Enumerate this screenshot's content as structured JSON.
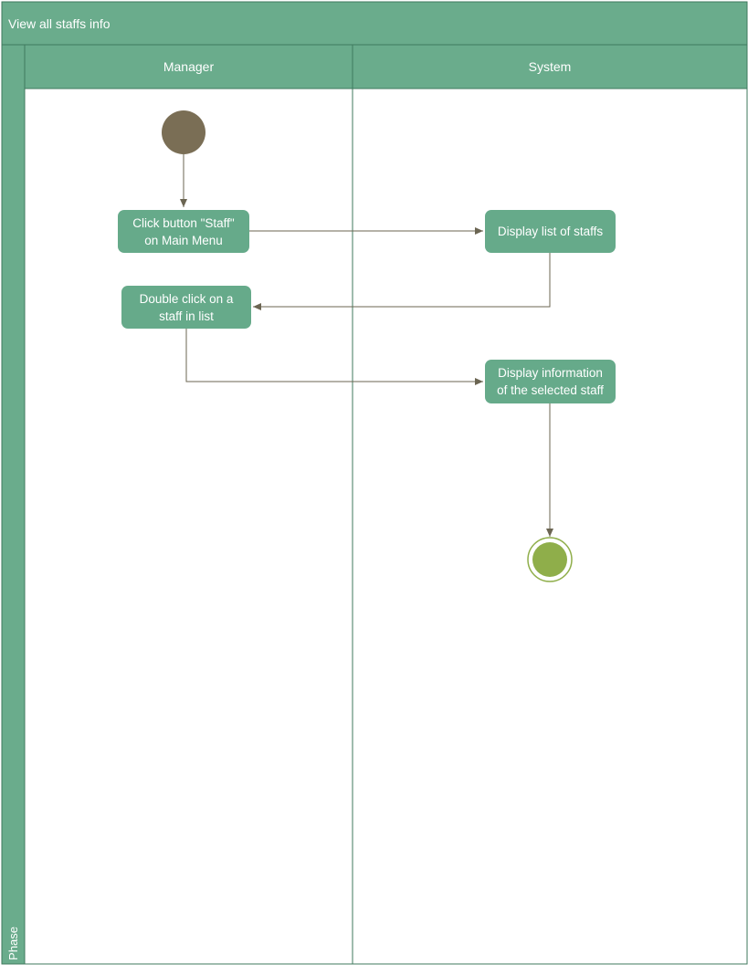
{
  "pool": {
    "title": "View all staffs info",
    "phase_label": "Phase"
  },
  "lanes": [
    {
      "name": "Manager"
    },
    {
      "name": "System"
    }
  ],
  "actions": {
    "click_staff": {
      "line1": "Click button \"Staff\"",
      "line2": "on Main Menu"
    },
    "display_list": {
      "line1": "Display list of staffs"
    },
    "double_click": {
      "line1": "Double click on a",
      "line2": "staff in list"
    },
    "display_info": {
      "line1": "Display information",
      "line2": "of the selected staff"
    }
  },
  "colors": {
    "header_fill": "#6aac8c",
    "border": "#3f7a5e",
    "action_fill": "#66aa8a",
    "start_node": "#7a6e55",
    "end_node": "#8fae4a",
    "connector": "#6b6552"
  }
}
